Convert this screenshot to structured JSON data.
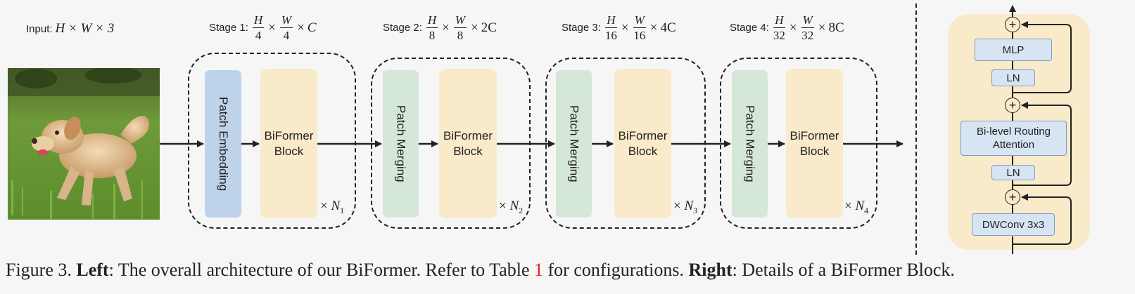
{
  "input_label": "Input:",
  "input_math": "H × W × 3",
  "stages": [
    {
      "label": "Stage 1:",
      "h_num": "H",
      "h_den": "4",
      "w_num": "W",
      "w_den": "4",
      "channels": "C",
      "first_block": "Patch Embedding",
      "repeat_var": "N",
      "repeat_sub": "1"
    },
    {
      "label": "Stage 2:",
      "h_num": "H",
      "h_den": "8",
      "w_num": "W",
      "w_den": "8",
      "channels": "2C",
      "first_block": "Patch Merging",
      "repeat_var": "N",
      "repeat_sub": "2"
    },
    {
      "label": "Stage 3:",
      "h_num": "H",
      "h_den": "16",
      "w_num": "W",
      "w_den": "16",
      "channels": "4C",
      "first_block": "Patch Merging",
      "repeat_var": "N",
      "repeat_sub": "3"
    },
    {
      "label": "Stage 4:",
      "h_num": "H",
      "h_den": "32",
      "w_num": "W",
      "w_den": "32",
      "channels": "8C",
      "first_block": "Patch Merging",
      "repeat_var": "N",
      "repeat_sub": "4"
    }
  ],
  "biformer_block_line1": "BiFormer",
  "biformer_block_line2": "Block",
  "times_symbol": "×",
  "detail": {
    "mlp": "MLP",
    "ln_top": "LN",
    "bra_line1": "Bi-level Routing",
    "bra_line2": "Attention",
    "ln_bottom": "LN",
    "dwconv": "DWConv 3x3",
    "plus_symbol": "+"
  },
  "caption": {
    "prefix": "Figure 3. ",
    "left_bold": "Left",
    "left_text": ": The overall architecture of our BiFormer. Refer to Table ",
    "table_ref": "1",
    "mid_text": " for configurations. ",
    "right_bold": "Right",
    "right_text": ": Details of a BiFormer Block."
  },
  "colors": {
    "patch_embedding": "#bcd3ea",
    "patch_merging": "#d5e7d8",
    "biformer_block": "#f9ebc9",
    "detail_box": "#d7e4f3",
    "table_ref": "#e0241e"
  }
}
